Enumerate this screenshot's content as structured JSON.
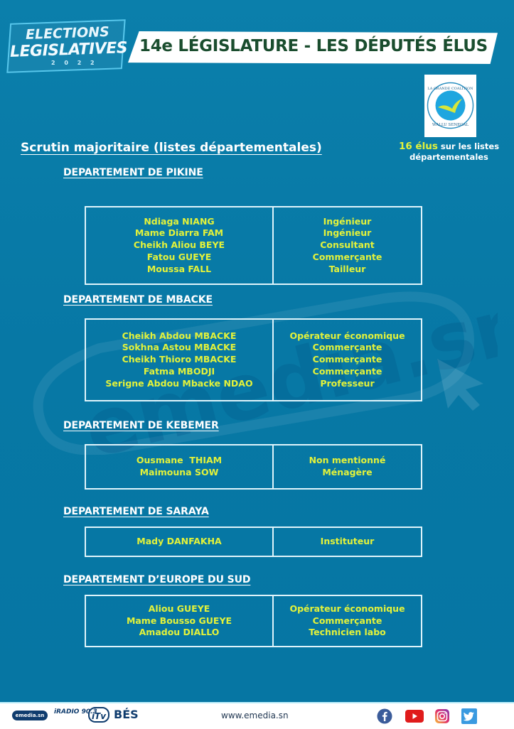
{
  "header": {
    "logo_line1": "ELECTIONS",
    "logo_line2": "LEGISLATIVES",
    "logo_year": "2 0 2 2",
    "title": "14e LÉGISLATURE - LES DÉPUTÉS ÉLUS"
  },
  "party": {
    "logo_top_text": "LA GRANDE COALITION",
    "logo_bottom_text": "WALLU SENEGAL",
    "elus_count": "16 élus",
    "elus_suffix": "sur les listes",
    "elus_line2": "départementales"
  },
  "section_title": "Scrutin majoritaire (listes départementales)",
  "departments": [
    {
      "title": "DEPARTEMENT DE PIKINE",
      "names": [
        "Ndiaga NIANG",
        "Mame Diarra FAM",
        "Cheikh Aliou BEYE",
        "Fatou GUEYE",
        "Moussa FALL"
      ],
      "professions": [
        "Ingénieur",
        "Ingénieur",
        "Consultant",
        "Commerçante",
        "Tailleur"
      ]
    },
    {
      "title": "DEPARTEMENT DE MBACKE",
      "names": [
        "Cheikh Abdou MBACKE",
        "Sokhna Astou MBACKE",
        "Cheikh Thioro MBACKE",
        "Fatma MBODJI",
        "Serigne Abdou Mbacke NDAO"
      ],
      "professions": [
        "Opérateur économique",
        "Commerçante",
        "Commerçante",
        "Commerçante",
        "Professeur"
      ]
    },
    {
      "title": "DEPARTEMENT DE KEBEMER",
      "names": [
        "Ousmane  THIAM",
        "Maimouna SOW"
      ],
      "professions": [
        "Non mentionné",
        "Ménagère"
      ]
    },
    {
      "title": "DEPARTEMENT DE SARAYA",
      "names": [
        "Mady DANFAKHA"
      ],
      "professions": [
        "Instituteur"
      ]
    },
    {
      "title": "DEPARTEMENT D’EUROPE DU SUD",
      "names": [
        "Aliou GUEYE",
        "Mame Bousso GUEYE",
        "Amadou DIALLO"
      ],
      "professions": [
        "Opérateur économique",
        "Commerçante",
        "Technicien labo"
      ]
    }
  ],
  "watermark": "emedia.sn",
  "footer": {
    "brands": [
      "emedia.sn",
      "iRADIO 90.3",
      "iTv",
      "BÉS"
    ],
    "website": "www.emedia.sn",
    "social": [
      "facebook-icon",
      "youtube-icon",
      "instagram-icon",
      "twitter-icon"
    ]
  },
  "colors": {
    "background": "#0a7aa6",
    "accent_yellow": "#e3f23a",
    "title_green": "#1a4d2e",
    "border_light": "#dff4fb"
  }
}
